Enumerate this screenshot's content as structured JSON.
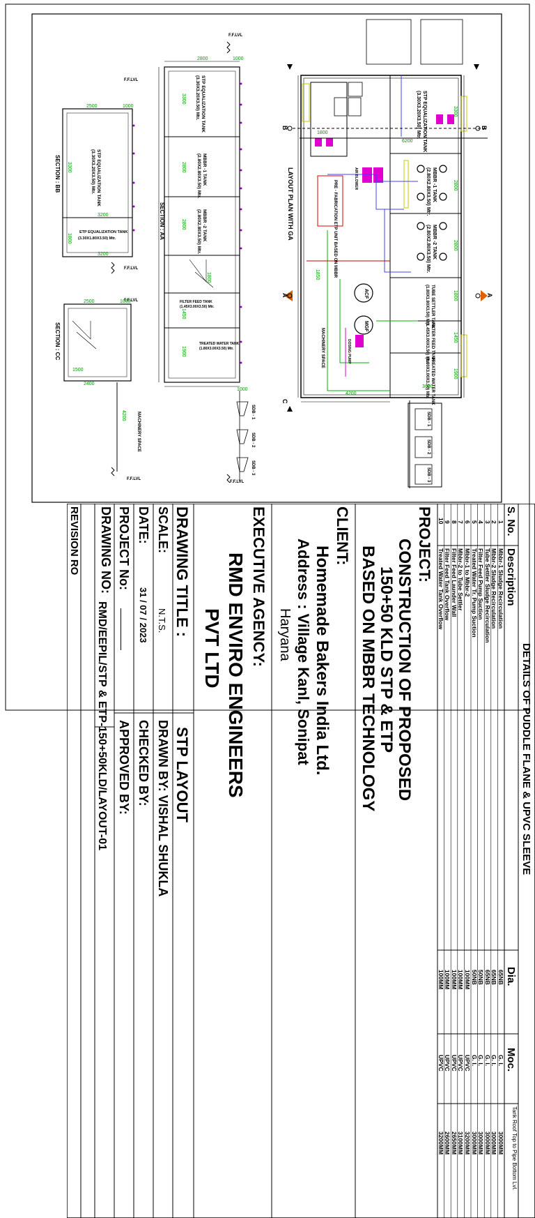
{
  "drawing": {
    "layout_plan_title": "LAYOUT PLAN WITH GA",
    "section_aa": "SECTION : AA",
    "section_bb": "SECTION : BB",
    "section_cc": "SECTION : CC",
    "ffl": "F.F.LVL",
    "machinery_space": "MACHINERY SPACE",
    "prefab_etp": "PRE - FABRICATION ETP UNIT BASED ON MBBR",
    "air_blower": "AIR BLOWER",
    "dosing_pump": "DOSING PUMP",
    "acf": "ACF",
    "mgf": "MGF",
    "tanks": {
      "stp_eq": "STP EQUALIZATION TANK",
      "stp_eq_dim": "(3.30X3.20X3.50) Mtr.",
      "mbbr1": "MBBR -1 TANK",
      "mbbr1_dim": "(2.80X2.80X3.50) Mtr.",
      "mbbr2": "MBBR -2 TANK",
      "mbbr2_dim": "(2.80X2.80X3.50) Mtr.",
      "tube_settler": "TUBE SETTLER TANK",
      "tube_settler_dim": "(1.80X1.80X3.50) Mtr.",
      "filter_feed": "FILTER FEED TANK",
      "filter_feed_dim": "(1.45X3.00X3.50) Mtr.",
      "treated_water": "TREATED WATER TANK",
      "treated_water_dim": "(1.80X3.00X3.50) Mtr.",
      "etp_eq": "ETP EQUALIZATION TANK",
      "etp_eq_dim": "(3.30X1.80X3.50) Mtr."
    },
    "sdb": [
      "SDB - 1",
      "SDB - 2",
      "SDB - 3"
    ],
    "dims": [
      "2800",
      "1000",
      "3300",
      "2800",
      "2800",
      "1800",
      "1450",
      "1900",
      "2500",
      "3200",
      "1800",
      "2400",
      "1500",
      "1850",
      "4200",
      "3000",
      "6200"
    ],
    "markers": {
      "a": "A",
      "b": "B",
      "c": "C"
    }
  },
  "title_block": {
    "puddle_heading": "DETAILS OF PUDDLE FLANE & UPVC SLEEVE",
    "columns": [
      "S. No.",
      "Description",
      "Dia.",
      "Moc.",
      "Tank Roof Top to Pipe Bottom Lvl."
    ],
    "rows": [
      {
        "no": "1",
        "desc": "Mbbr-1 Sludge Recirculation",
        "dia": "65NB",
        "moc": "G. I.",
        "lvl": "3000MM"
      },
      {
        "no": "2",
        "desc": "Mbbr-2 Sludge Recirculation",
        "dia": "65NB",
        "moc": "G. I.",
        "lvl": "3000MM"
      },
      {
        "no": "3",
        "desc": "Tube Settler Sludge Recirculation",
        "dia": "65NB",
        "moc": "G. I.",
        "lvl": "3000MM"
      },
      {
        "no": "4",
        "desc": "Filter Feed Pump Suction",
        "dia": "50NB",
        "moc": "G. I.",
        "lvl": "3000MM"
      },
      {
        "no": "5",
        "desc": "Treated Water Tr. Pump Suction",
        "dia": "50NB",
        "moc": "G. I.",
        "lvl": "3000MM"
      },
      {
        "no": "6",
        "desc": "Mbbr-1 to Mbbr-2",
        "dia": "100MM",
        "moc": "UPVC",
        "lvl": "3200MM"
      },
      {
        "no": "7",
        "desc": "Mbbr-2 to Tube Settler",
        "dia": "100MM",
        "moc": "UPVC",
        "lvl": "3100MM"
      },
      {
        "no": "8",
        "desc": "Filter Feed Launder Wall",
        "dia": "100MM",
        "moc": "UPVC",
        "lvl": "2650MM"
      },
      {
        "no": "9",
        "desc": "Filter Feed Tank Overflow",
        "dia": "100MM",
        "moc": "UPVC",
        "lvl": "2600MM"
      },
      {
        "no": "10",
        "desc": "Treated Water Tank Overflow",
        "dia": "100MM",
        "moc": "UPVC",
        "lvl": "3200MM"
      }
    ],
    "project_label": "PROJECT:",
    "project_lines": [
      "CONSTRUCTION OF PROPOSED",
      "150+50 KLD STP & ETP",
      "BASED ON MBBR TECHNOLOGY"
    ],
    "client_label": "CLIENT:",
    "client_name": "Homemade Bakers India Ltd.",
    "client_address": "Address : Village Kanl, Sonipat",
    "client_state": "Haryana",
    "agency_label": "EXECUTIVE AGENCY:",
    "agency_lines": [
      "RMD ENVIRO ENGINEERS",
      "PVT LTD"
    ],
    "drawing_title_label": "DRAWING TITLE :",
    "drawing_title": "STP LAYOUT",
    "scale_label": "SCALE:",
    "scale_value": "N.T.S.",
    "drawn_by": "DRAWN BY: VISHAL SHUKLA",
    "date_label": "DATE:",
    "date_value": "31 / 07 / 2023",
    "checked_by": "CHECKED BY:",
    "project_no_label": "PROJECT No:",
    "approved_by": "APPROVED BY:",
    "drawing_no_label": "DRAWING NO:",
    "drawing_no": "RMD/EEPIL/STP & ETP-150+50KLD/LAYOUT-01",
    "revision": "REVISION RO"
  }
}
